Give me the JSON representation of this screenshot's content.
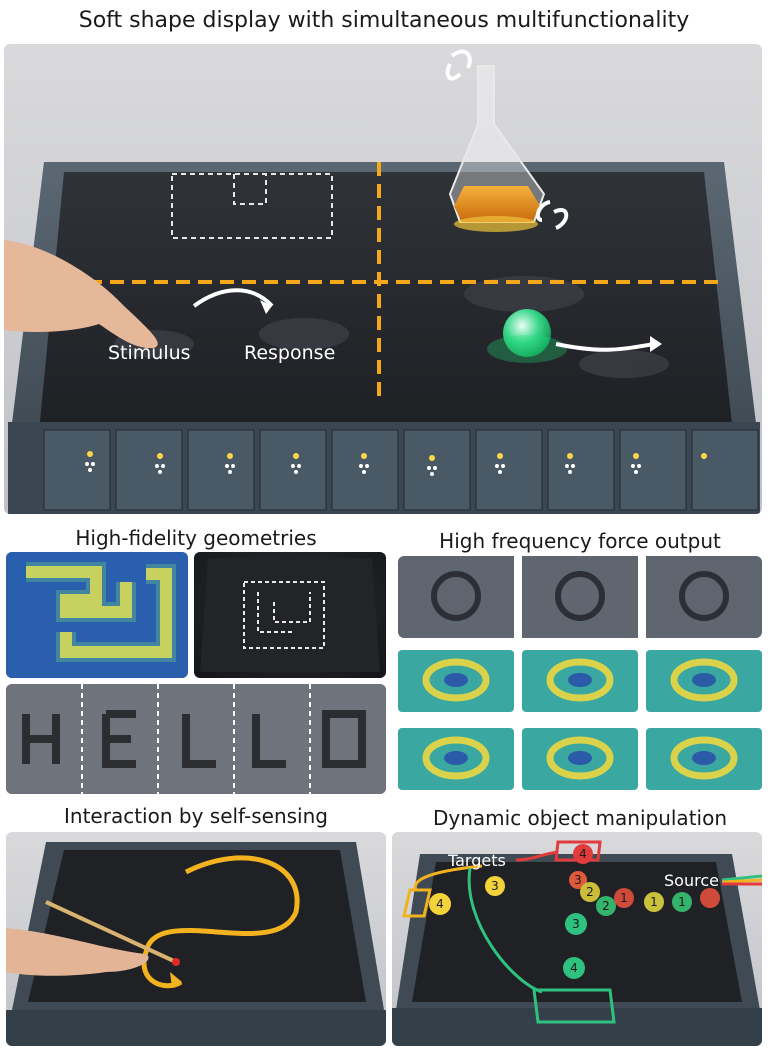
{
  "figure": {
    "title": "Soft shape display with simultaneous multifunctionality",
    "main_labels": {
      "stimulus": "Stimulus",
      "response": "Response"
    },
    "sections": {
      "geometries": "High-fidelity geometries",
      "force": "High frequency force output",
      "sensing": "Interaction by self-sensing",
      "manipulation": "Dynamic object manipulation"
    },
    "manipulation_labels": {
      "targets": "Targets",
      "source": "Source",
      "balls": [
        "4",
        "3",
        "3",
        "2",
        "2",
        "1",
        "1",
        "1",
        "3",
        "4",
        "4"
      ]
    },
    "colors": {
      "accent": "#f2a818",
      "green": "#2ec27e",
      "red": "#e23b3b",
      "led": "#ffd54a"
    }
  }
}
